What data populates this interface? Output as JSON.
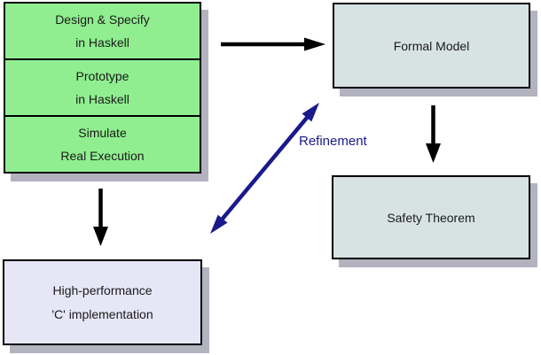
{
  "diagram": {
    "haskell_stack": {
      "sections": [
        {
          "line1": "Design & Specify",
          "line2": "in Haskell"
        },
        {
          "line1": "Prototype",
          "line2": "in Haskell"
        },
        {
          "line1": "Simulate",
          "line2": "Real Execution"
        }
      ],
      "fill": "#90ee90"
    },
    "formal_model": {
      "label": "Formal Model",
      "fill": "#d7e3e2"
    },
    "safety_theorem": {
      "label": "Safety Theorem",
      "fill": "#d7e3e2"
    },
    "c_implementation": {
      "line1": "High-performance",
      "line2": "'C' implementation",
      "fill": "#e6e6f7"
    },
    "refinement": {
      "label": "Refinement",
      "color": "#1a1a8c"
    },
    "colors": {
      "box_border": "#000000",
      "shadow": "#b3b3c0",
      "arrow_black": "#000000",
      "arrow_blue": "#1a1a8c",
      "background": "#ffffff"
    }
  }
}
